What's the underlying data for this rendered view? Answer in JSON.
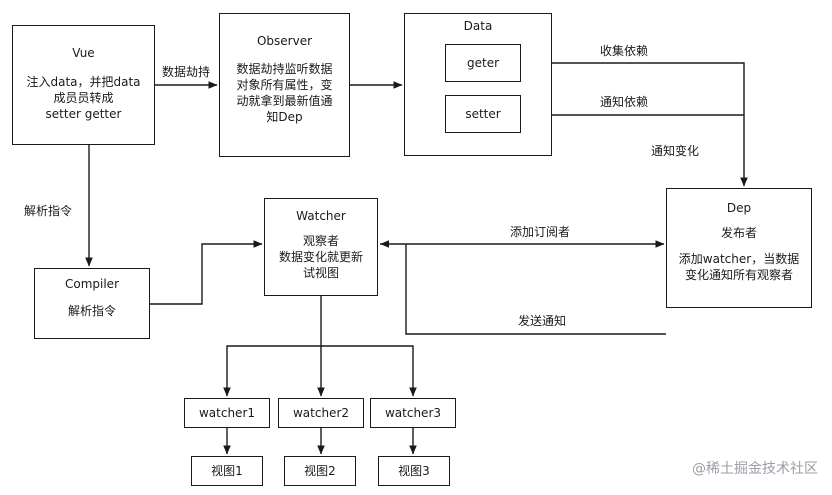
{
  "nodes": {
    "vue": {
      "title": "Vue",
      "body": "注入data，并把data\n成员员转成\nsetter getter"
    },
    "observer": {
      "title": "Observer",
      "body": "数据劫持监听数据\n对象所有属性，变\n动就拿到最新值通\n知Dep"
    },
    "data": {
      "title": "Data"
    },
    "geter": {
      "title": "geter"
    },
    "setter": {
      "title": "setter"
    },
    "watcher": {
      "title": "Watcher",
      "body": "观察者\n数据变化就更新\n试视图"
    },
    "compiler": {
      "title": "Compiler",
      "body": "解析指令"
    },
    "dep": {
      "title": "Dep",
      "body": "发布者",
      "body2": "添加watcher，当数据\n变化通知所有观察者"
    },
    "watcher1": {
      "title": "watcher1"
    },
    "watcher2": {
      "title": "watcher2"
    },
    "watcher3": {
      "title": "watcher3"
    },
    "view1": {
      "title": "视图1"
    },
    "view2": {
      "title": "视图2"
    },
    "view3": {
      "title": "视图3"
    }
  },
  "edge_labels": {
    "hijack": "数据劫持",
    "collect": "收集依赖",
    "notify_dep": "通知依赖",
    "notify_change": "通知变化",
    "parse": "解析指令",
    "subscribe": "添加订阅者",
    "send": "发送通知"
  },
  "watermark": "@稀土掘金技术社区",
  "colors": {
    "stroke": "#1a1a1a",
    "watermark": "#9a9ea6"
  }
}
